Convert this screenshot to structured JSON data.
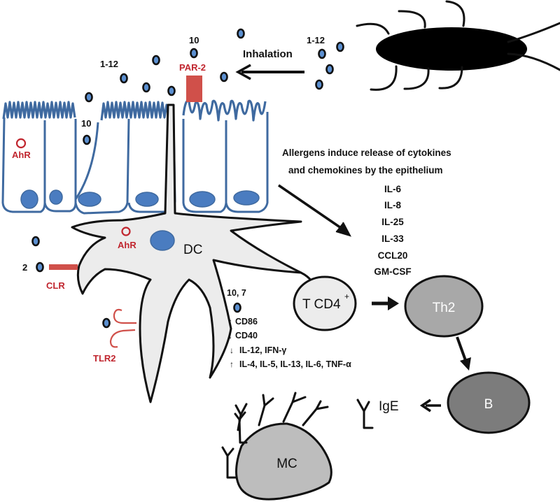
{
  "figure": {
    "type": "biological pathway diagram",
    "subject": "allergen sensitization via airway epithelium, dendritic cells, Th2, B cells and mast cells"
  },
  "source": {
    "insect_label": "",
    "inhalation_label": "Inhalation",
    "allergen_group_labels": {
      "near_insect": "1-12",
      "near_epithelium_left": "1-12",
      "above_par2": "10",
      "between_cells": "10"
    }
  },
  "receptors": {
    "par2": "PAR-2",
    "ahr_epithelium": "AhR",
    "ahr_dc": "AhR",
    "clr": "CLR",
    "clr_allergen_label": "2",
    "tlr2": "TLR2"
  },
  "epithelium": {
    "caption_line1": "Allergens induce release of cytokines",
    "caption_line2": "and chemokines by the epithelium",
    "cytokines": [
      "IL-6",
      "IL-8",
      "IL-25",
      "IL-33",
      "CCL20",
      "GM-CSF"
    ]
  },
  "dc": {
    "label": "DC",
    "allergen_label": "10, 7",
    "markers": [
      {
        "direction": "up",
        "label": "CD86"
      },
      {
        "direction": "down",
        "label": "CD40"
      },
      {
        "direction": "down",
        "label": "IL-12, IFN-γ"
      },
      {
        "direction": "up",
        "label": "IL-4, IL-5, IL-13, IL-6, TNF-α"
      }
    ]
  },
  "cells": {
    "tcd4": {
      "label": "T CD4",
      "superscript": "+"
    },
    "th2": {
      "label": "Th2"
    },
    "b": {
      "label": "B"
    },
    "ige": {
      "label": "IgE"
    },
    "mc": {
      "label": "MC"
    }
  },
  "colors": {
    "epithelium": "#3f6aa0",
    "nucleus": "#4a7cc0",
    "allergen": "#5b8fd0",
    "receptor": "#c0252e",
    "receptor_fill": "#d0504a",
    "dc_fill": "#ececec",
    "tcd4_fill": "#ececec",
    "th2_fill": "#a8a8a8",
    "b_fill": "#7c7c7c",
    "mc_fill": "#bdbdbd"
  }
}
